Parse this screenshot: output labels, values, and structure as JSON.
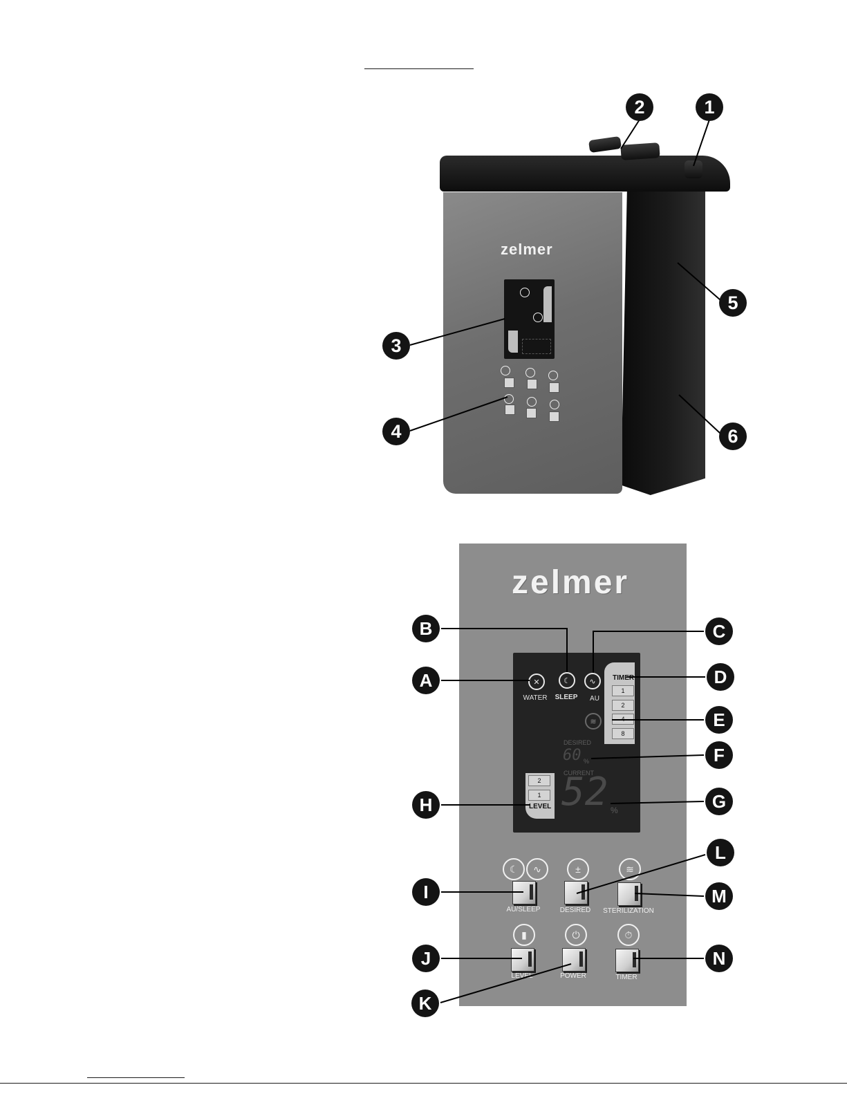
{
  "top_figure": {
    "brand": "zelmer",
    "callouts": [
      "1",
      "2",
      "3",
      "4",
      "5",
      "6"
    ]
  },
  "panel_figure": {
    "brand": "zelmer",
    "lcd": {
      "water": "WATER",
      "sleep": "SLEEP",
      "au": "AU",
      "timer_title": "TIMER",
      "timer_values": [
        "1",
        "2",
        "4",
        "8"
      ],
      "desired_label": "DESIRED",
      "desired_value": "60",
      "current_label": "CURRENT",
      "current_value": "52",
      "percent": "%",
      "level_values": [
        "2",
        "1"
      ],
      "level_label": "LEVEL"
    },
    "buttons": {
      "au_sleep": "AU/SLEEP",
      "desired": "DESIRED",
      "sterilization": "STERILIZATION",
      "level": "LEVEL",
      "power": "POWER",
      "timer": "TIMER"
    },
    "callouts": [
      "A",
      "B",
      "C",
      "D",
      "E",
      "F",
      "G",
      "H",
      "I",
      "J",
      "K",
      "L",
      "M",
      "N"
    ]
  },
  "icons": [
    "water-icon",
    "sleep-icon",
    "auto-icon",
    "sterilization-icon",
    "signal-bars-icon",
    "power-icon",
    "timer-dial-icon"
  ]
}
